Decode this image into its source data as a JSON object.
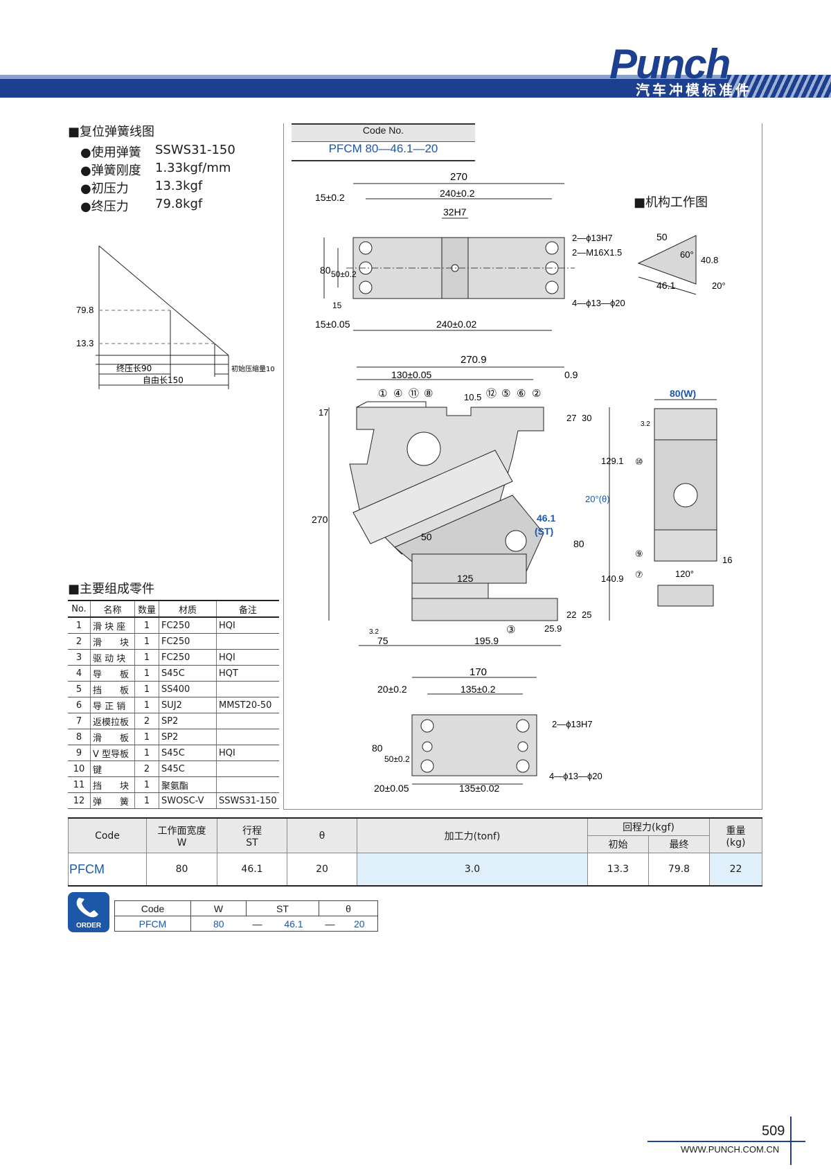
{
  "header": {
    "logo": "Punch",
    "tagline": "汽车冲模标准件"
  },
  "spring": {
    "title": "■复位弹簧线图",
    "specs": [
      {
        "label": "●使用弹簧",
        "value": "SSWS31-150"
      },
      {
        "label": "●弹簧刚度",
        "value": "1.33kgf/mm"
      },
      {
        "label": "●初压力",
        "value": "13.3kgf"
      },
      {
        "label": "●终压力",
        "value": "79.8kgf"
      }
    ],
    "graph": {
      "y_hi": "79.8",
      "y_lo": "13.3",
      "final_len": "终压长90",
      "init_comp": "初始压缩量10",
      "free_len": "自由长150"
    }
  },
  "code_box": {
    "header": "Code No.",
    "value": "PFCM 80—46.1—20"
  },
  "mech_title": "■机构工作图",
  "drawing": {
    "top": {
      "d270": "270",
      "d15a": "15±0.2",
      "d240a": "240±0.2",
      "d32": "32H7",
      "d80": "80",
      "d50": "50±0.2",
      "d15b": "15",
      "d15c": "15±0.05",
      "d240b": "240±0.02",
      "n1": "2—ϕ13H7",
      "n2": "2—M16X1.5",
      "n3": "4—ϕ13—ϕ20"
    },
    "mech": {
      "a": "50",
      "b": "60°",
      "c": "40.8",
      "d": "46.1",
      "e": "20°"
    },
    "main": {
      "d2709": "270.9",
      "d130": "130±0.05",
      "d09": "0.9",
      "d105": "10.5",
      "d17": "17",
      "d27": "27",
      "d30": "30",
      "d1291": "129.1",
      "d270": "270",
      "ang": "20°(θ)",
      "st": "46.1",
      "st2": "(ST)",
      "d50": "50",
      "d80": "80",
      "d125": "125",
      "d1409": "140.9",
      "d22": "22",
      "d25": "25",
      "d259": "25.9",
      "d75": "75",
      "d1959": "195.9",
      "r1": "3.2",
      "callouts": [
        "①",
        "④",
        "⑪",
        "⑧",
        "⑫",
        "⑤",
        "⑥",
        "②",
        "③"
      ]
    },
    "side": {
      "w": "80(W)",
      "c10": "⑩",
      "c9": "⑨",
      "c7": "⑦",
      "d120": "120°",
      "d16": "16",
      "r": "3.2"
    },
    "bottom": {
      "d170": "170",
      "d20a": "20±0.2",
      "d135a": "135±0.2",
      "d80": "80",
      "d50": "50±0.2",
      "d20b": "20±0.05",
      "d135b": "135±0.02",
      "n1": "2—ϕ13H7",
      "n2": "4—ϕ13—ϕ20"
    }
  },
  "parts": {
    "title": "■主要组成零件",
    "headers": [
      "No.",
      "名称",
      "数量",
      "材质",
      "备注"
    ],
    "rows": [
      [
        "1",
        "滑 块 座",
        "1",
        "FC250",
        "HQI"
      ],
      [
        "2",
        "滑　　块",
        "1",
        "FC250",
        ""
      ],
      [
        "3",
        "驱 动 块",
        "1",
        "FC250",
        "HQI"
      ],
      [
        "4",
        "导　　板",
        "1",
        "S45C",
        "HQT"
      ],
      [
        "5",
        "挡　　板",
        "1",
        "SS400",
        ""
      ],
      [
        "6",
        "导 正 销",
        "1",
        "SUJ2",
        "MMST20-50"
      ],
      [
        "7",
        "返模拉板",
        "2",
        "SP2",
        ""
      ],
      [
        "8",
        "滑　　板",
        "1",
        "SP2",
        ""
      ],
      [
        "9",
        "V 型导板",
        "1",
        "S45C",
        "HQI"
      ],
      [
        "10",
        "键",
        "2",
        "S45C",
        ""
      ],
      [
        "11",
        "挡　　块",
        "1",
        "聚氨酯",
        ""
      ],
      [
        "12",
        "弹　　簧",
        "1",
        "SWOSC-V",
        "SSWS31-150"
      ]
    ]
  },
  "spec_table": {
    "h_code": "Code",
    "h_w1": "工作面宽度",
    "h_w2": "W",
    "h_st1": "行程",
    "h_st2": "ST",
    "h_theta": "θ",
    "h_force": "加工力(tonf)",
    "h_return": "回程力(kgf)",
    "h_init": "初始",
    "h_final": "最终",
    "h_wt1": "重量",
    "h_wt2": "(kg)",
    "row": {
      "code": "PFCM",
      "w": "80",
      "st": "46.1",
      "theta": "20",
      "force": "3.0",
      "init": "13.3",
      "final": "79.8",
      "weight": "22"
    }
  },
  "order": {
    "icon_label": "ORDER",
    "headers": [
      "Code",
      "W",
      "",
      "ST",
      "",
      "θ"
    ],
    "values": [
      "PFCM",
      "80",
      "—",
      "46.1",
      "—",
      "20"
    ]
  },
  "footer": {
    "page": "509",
    "url": "WWW.PUNCH.COM.CN"
  },
  "colors": {
    "brand_blue": "#1d3f8f",
    "accent_blue": "#1d57a8",
    "highlight": "#dff0fa"
  }
}
